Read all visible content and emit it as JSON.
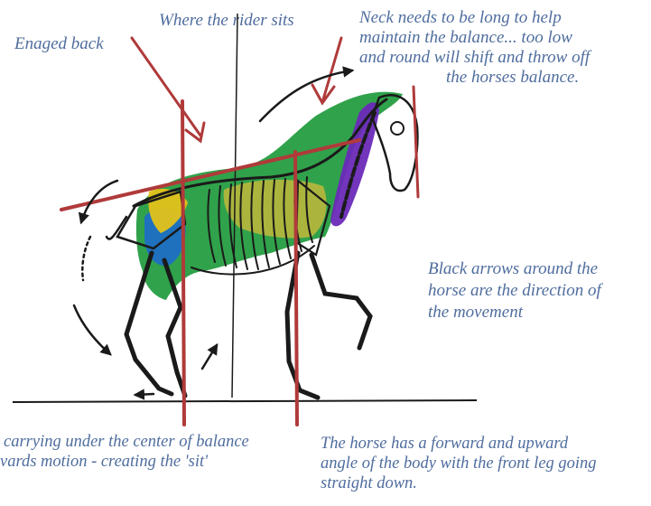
{
  "annotations": {
    "engaged_back": "Enaged back",
    "rider_sits": "Where the rider sits",
    "neck": {
      "line1": "Neck needs to be long to help",
      "line2": "maintain the balance... too low",
      "line3": "and round will shift and throw off",
      "line4": "the horses balance."
    },
    "arrows": {
      "line1": "Black arrows around the",
      "line2": "horse are the direction of",
      "line3": "the movement"
    },
    "hind": {
      "line1": "carrying under the center of balance",
      "line2": "vards motion - creating the 'sit'"
    },
    "forward": {
      "line1": "The horse has a forward and upward",
      "line2": "angle of the body with the front leg going",
      "line3": "straight down."
    }
  },
  "colors": {
    "annotation_text": "#4f6d9e",
    "balance_lines": "#b03a3a",
    "topline_muscle": "#1e9a3c",
    "hindquarter": "#1f6fc4",
    "croup": "#e3c21a",
    "neck_muscle": "#6a2ab8",
    "skeleton": "#1a1a1a"
  }
}
